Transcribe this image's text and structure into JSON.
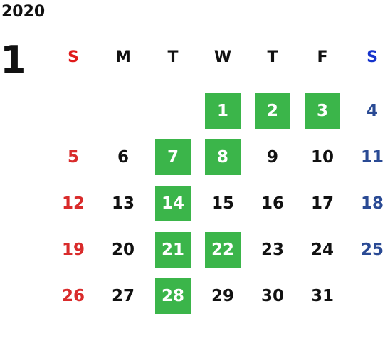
{
  "year": "2020",
  "month": "1",
  "weekdays": [
    "S",
    "M",
    "T",
    "W",
    "T",
    "F",
    "S"
  ],
  "colors": {
    "highlight": "#3bb54a",
    "sunday": "#d92b2b",
    "saturday": "#2a4a94"
  },
  "weeks": [
    [
      "",
      "",
      "",
      "1",
      "2",
      "3",
      "4"
    ],
    [
      "5",
      "6",
      "7",
      "8",
      "9",
      "10",
      "11"
    ],
    [
      "12",
      "13",
      "14",
      "15",
      "16",
      "17",
      "18"
    ],
    [
      "19",
      "20",
      "21",
      "22",
      "23",
      "24",
      "25"
    ],
    [
      "26",
      "27",
      "28",
      "29",
      "30",
      "31",
      ""
    ]
  ],
  "highlighted_days": [
    "1",
    "2",
    "3",
    "7",
    "8",
    "14",
    "21",
    "22",
    "28"
  ]
}
